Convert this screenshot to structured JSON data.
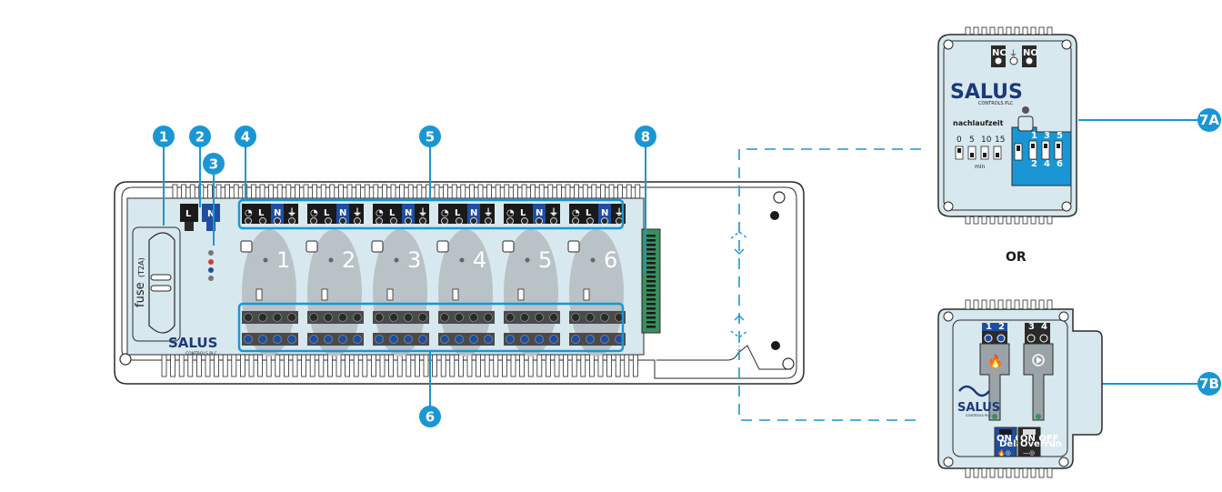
{
  "callouts": {
    "c1": "1",
    "c2": "2",
    "c3": "3",
    "c4": "4",
    "c5": "5",
    "c6": "6",
    "c8": "8",
    "c7a": "7A",
    "c7b": "7B"
  },
  "main_unit": {
    "fuse_label": "fuse",
    "fuse_rating": "(T2A)",
    "brand": "SALUS",
    "brand_sub": "CONTROLS PLC",
    "power_terminals": [
      "L",
      "N"
    ],
    "zone_terminals": [
      "L",
      "N"
    ],
    "zone_numbers": [
      "1",
      "2",
      "3",
      "4",
      "5",
      "6"
    ]
  },
  "module_7a": {
    "relay_labels": [
      "NC",
      "NO"
    ],
    "brand": "SALUS",
    "brand_sub": "CONTROLS PLC",
    "delay_title": "nachlaufzeit",
    "delay_values": [
      "0",
      "5",
      "10",
      "15"
    ],
    "delay_unit": "min",
    "dip_numbers": [
      "1",
      "2",
      "3",
      "4",
      "5",
      "6"
    ]
  },
  "or_label": "OR",
  "module_7b": {
    "terminal_numbers": [
      "1",
      "2",
      "3",
      "4"
    ],
    "brand": "SALUS",
    "brand_sub": "CONTROLS PLC",
    "switch1_onoff": "ON OFF",
    "switch1_label": "Delay",
    "switch2_onoff": "ON OFF",
    "switch2_label": "Overrun"
  },
  "colors": {
    "accent": "#1a96d4",
    "panel": "#d8e8ef",
    "outline": "#2a2a2a",
    "oval": "#b9c2c7",
    "terminal_blue": "#1f4ea0",
    "pcb": "#3b8f5c"
  }
}
